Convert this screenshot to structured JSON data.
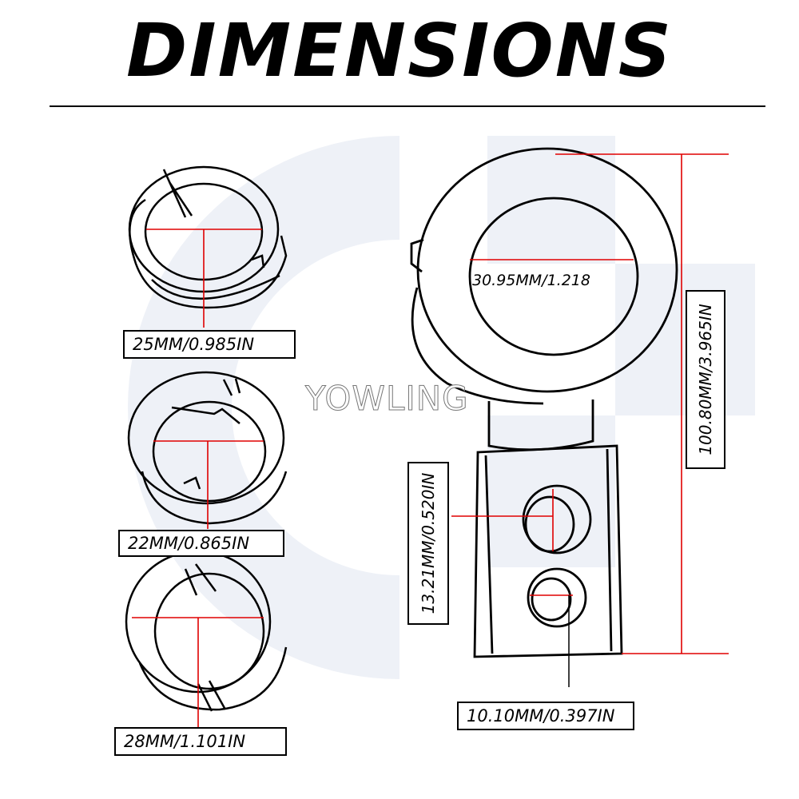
{
  "title": "DIMENSIONS",
  "watermark": "YOWLING",
  "dimensions": {
    "bore_25": "25MM/0.985IN",
    "bore_22": "22MM/0.865IN",
    "bore_28": "28MM/1.101IN",
    "ring_bore": "30.95MM/1.218",
    "overall_height": "100.80MM/3.965IN",
    "hole_upper": "13.21MM/0.520IN",
    "hole_lower": "10.10MM/0.397IN"
  },
  "colors": {
    "dimension_line": "#e00000",
    "outline": "#000000",
    "background_logo": "#eef1f7"
  }
}
